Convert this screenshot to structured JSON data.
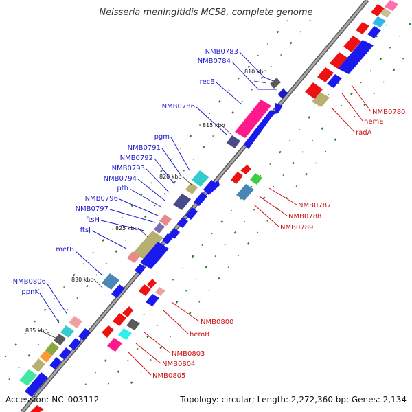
{
  "title": "Neisseria meningitidis MC58, complete genome",
  "footer": {
    "accession": "Accession: NC_003112",
    "summary": "Topology: circular; Length: 2,272,360 bp; Genes: 2,134"
  },
  "colors": {
    "backbone": "#8a8a8a",
    "forward_label": "#1a1acc",
    "reverse_label": "#cc1111",
    "forward_strand": "#1111ee",
    "reverse_strand": "#ee1111",
    "tick": "#2a7a2a"
  },
  "kbp_markers": [
    {
      "label": "810 kbp"
    },
    {
      "label": "815 kbp"
    },
    {
      "label": "820 kbp"
    },
    {
      "label": "825 kbp"
    },
    {
      "label": "830 kbp"
    },
    {
      "label": "835 kbp"
    }
  ],
  "upper_genes": [
    {
      "name": "NMB0783",
      "color": "#5a5a5a"
    },
    {
      "name": "NMB0784",
      "color": "#1a1acc"
    },
    {
      "name": "recB",
      "color": "#ff1a8c"
    },
    {
      "name": "NMB0786",
      "color": "#4a4a8a"
    },
    {
      "name": "pgm",
      "color": "#33cccc"
    },
    {
      "name": "NMB0791",
      "color": "#b8b070"
    },
    {
      "name": "NMB0792",
      "color": "#4a4a8a"
    },
    {
      "name": "NMB0793",
      "color": "#1a1aee"
    },
    {
      "name": "NMB0794",
      "color": "#1a1aee"
    },
    {
      "name": "pth",
      "color": "#1a1aee"
    },
    {
      "name": "NMB0796",
      "color": "#e88a8a"
    },
    {
      "name": "NMB0797",
      "color": "#7a70b0"
    },
    {
      "name": "ftsH",
      "color": "#b8b070"
    },
    {
      "name": "ftsJ",
      "color": "#e88a8a"
    },
    {
      "name": "metB",
      "color": "#4a86b8"
    },
    {
      "name": "NMB0806",
      "color": "#f0a0a0"
    },
    {
      "name": "ppnK",
      "color": "#33cccc"
    }
  ],
  "lower_genes": [
    {
      "name": "NMB0780"
    },
    {
      "name": "hemE"
    },
    {
      "name": "radA"
    },
    {
      "name": "NMB0787"
    },
    {
      "name": "NMB0788"
    },
    {
      "name": "NMB0789"
    },
    {
      "name": "NMB0800"
    },
    {
      "name": "hemB"
    },
    {
      "name": "NMB0803"
    },
    {
      "name": "NMB0804"
    },
    {
      "name": "NMB0805"
    }
  ]
}
